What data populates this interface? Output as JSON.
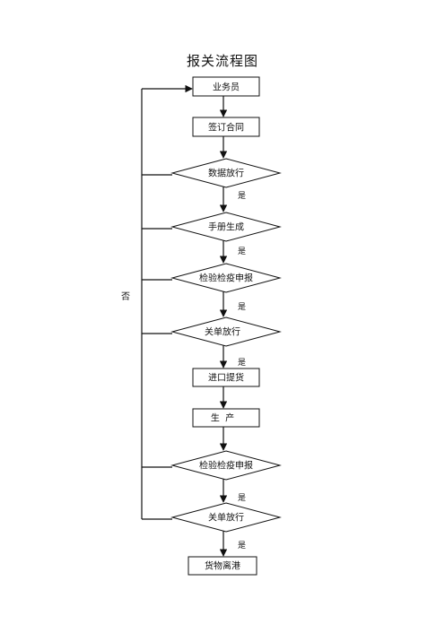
{
  "title": "报关流程图",
  "nodes": {
    "salesperson": "业务员",
    "sign_contract": "签订合同",
    "data_release": "数据放行",
    "manual_generated": "手册生成",
    "inspection_declare_1": "检验检疫申报",
    "customs_release_1": "关单放行",
    "import_pickup": "进口提货",
    "production": "生  产",
    "inspection_declare_2": "检验检疫申报",
    "customs_release_2": "关单放行",
    "goods_leave_port": "货物离港"
  },
  "edge_labels": {
    "yes": "是",
    "no": "否"
  }
}
